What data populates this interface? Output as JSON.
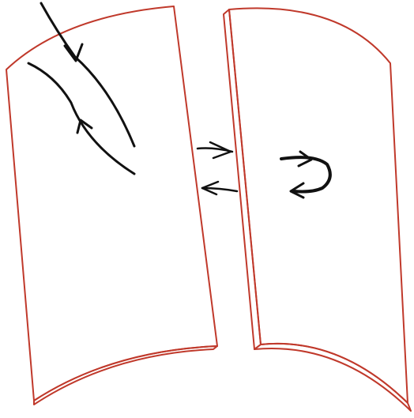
{
  "colors": {
    "panel_center": "#ff2a10",
    "panel_mid": "#fb6b60",
    "panel_outer": "#fdd2cf",
    "panel_edge": "#c0392b",
    "ink": "#111111"
  },
  "elements": {
    "left_panel": "curved-red-panel",
    "right_panel": "curved-red-panel",
    "left_flow_lines": "curved-arrow-lines",
    "exchange_arrows": "double-horizontal-arrows",
    "right_loop_arrow": "u-turn-arrow-icon"
  }
}
